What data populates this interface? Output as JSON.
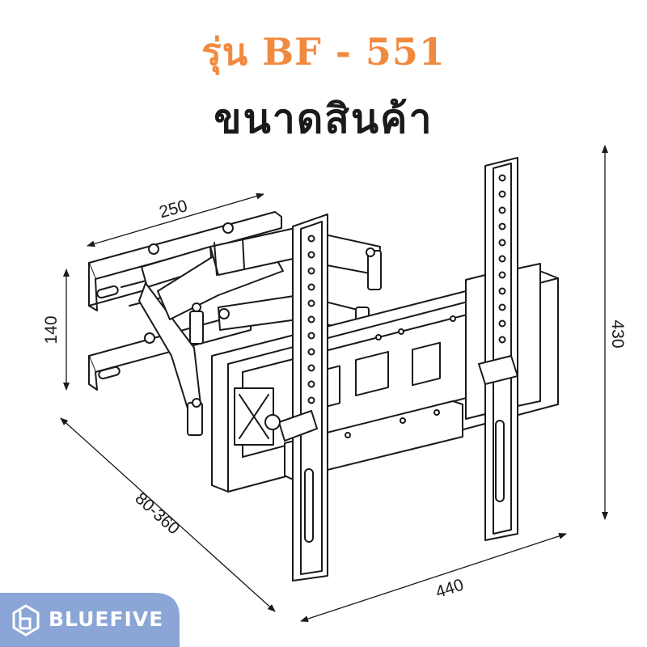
{
  "header": {
    "title": "รุ่น BF - 551",
    "subtitle": "ขนาดสินค้า"
  },
  "dimensions": {
    "top_width": "250",
    "height_left": "140",
    "depth": "80-360",
    "bottom_width": "440",
    "height_right": "430"
  },
  "brand": {
    "name": "BLUEFIVE",
    "logo_icon": "bluefive-logo-icon",
    "background_color": "#8aa5d6",
    "text_color": "#ffffff"
  },
  "colors": {
    "title": "#f08a3e",
    "text": "#1a1a1a"
  }
}
